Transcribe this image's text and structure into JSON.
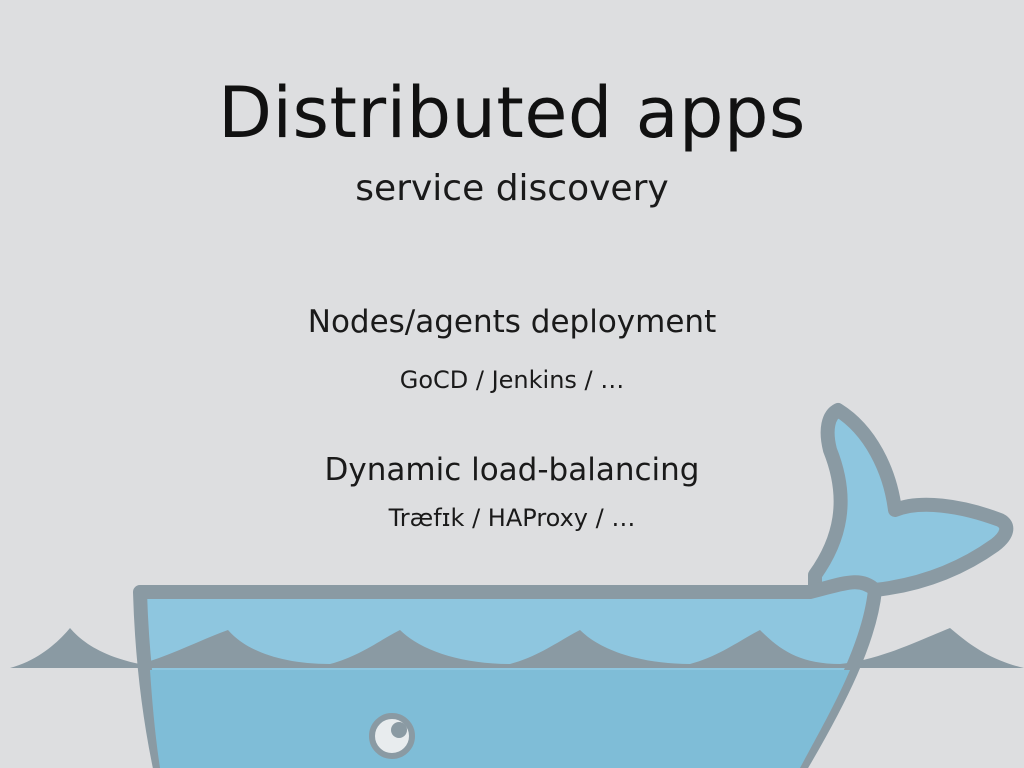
{
  "slide": {
    "title": "Distributed apps",
    "subtitle": "service discovery",
    "sections": [
      {
        "heading": "Nodes/agents deployment",
        "detail": "GoCD / Jenkins / …"
      },
      {
        "heading": "Dynamic load-balancing",
        "detail": "Træfɪk / HAProxy / …"
      }
    ]
  },
  "colors": {
    "background": "#dddee0",
    "whale_body": "#8ec6df",
    "whale_outline": "#8a9aa3",
    "water": "#7fbdd7"
  },
  "decoration": {
    "image": "docker-whale"
  }
}
